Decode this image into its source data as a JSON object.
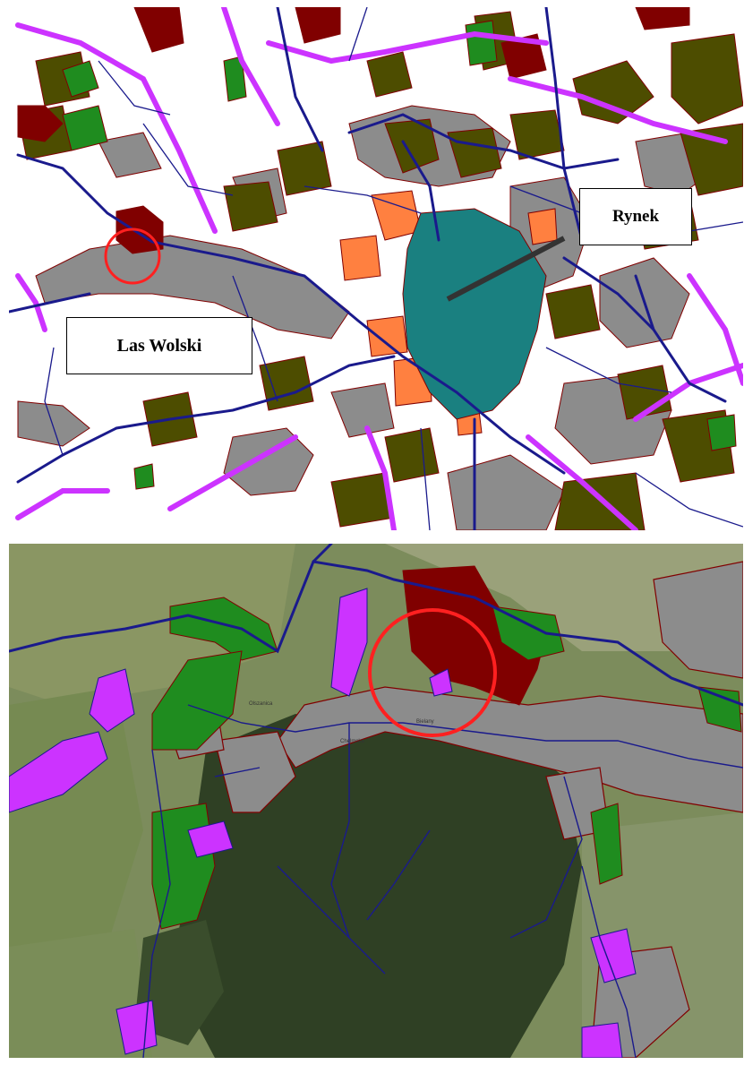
{
  "top_map": {
    "labels": {
      "rynek": "Rynek",
      "las_wolski": "Las Wolski"
    }
  },
  "bottom_map": {
    "place_labels": [
      "Olszanica",
      "Chelmska",
      "Bielany"
    ]
  },
  "colors": {
    "road": "#1a1a8c",
    "road_outline": "#9900cc",
    "purple_zone": "#cc33ff",
    "dark_olive": "#4d4d00",
    "dark_red": "#800000",
    "green": "#1f8c1f",
    "gray": "#8c8c8c",
    "teal": "#1a8080",
    "orange": "#ff8040",
    "circle": "#ff2020",
    "aerial_field": "#7c8c5c",
    "aerial_forest": "#2f4024"
  }
}
